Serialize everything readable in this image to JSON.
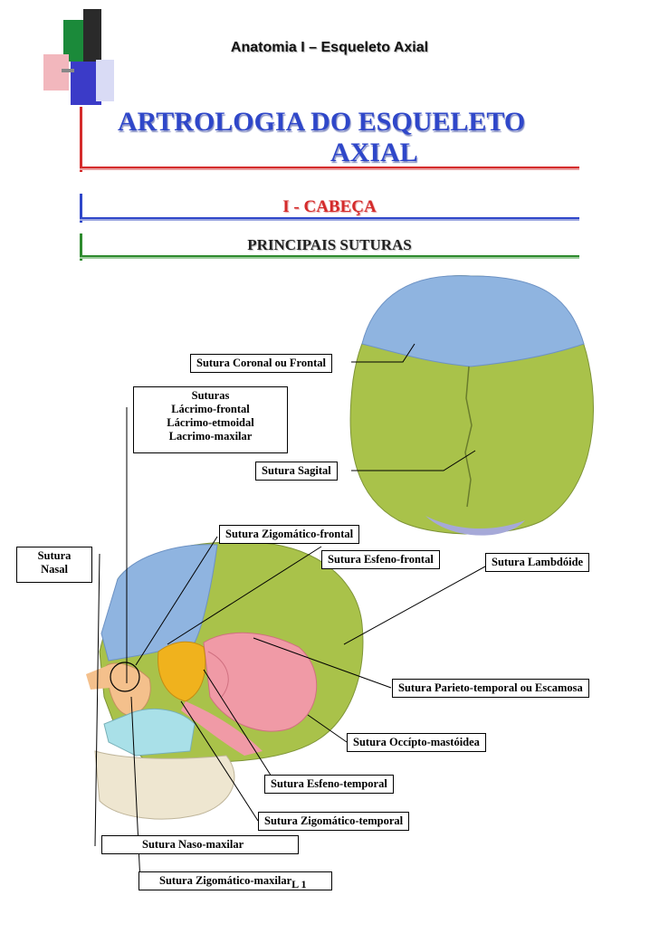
{
  "header": {
    "title": "Anatomia I – Esqueleto Axial"
  },
  "main_title": {
    "line1": "ARTROLOGIA DO ESQUELETO",
    "line2": "AXIAL"
  },
  "section": {
    "title": "I - CABEÇA",
    "subtitle": "PRINCIPAIS SUTURAS"
  },
  "labels": {
    "coronal": "Sutura Coronal ou Frontal",
    "suturas_group": {
      "title": "Suturas",
      "l1": "Lácrimo-frontal",
      "l2": "Lácrimo-etmoidal",
      "l3": "Lacrimo-maxilar"
    },
    "sagital": "Sutura Sagital",
    "zigomatico_frontal": "Sutura Zigomático-frontal",
    "nasal": {
      "l1": "Sutura",
      "l2": "Nasal"
    },
    "esfeno_frontal": "Sutura Esfeno-frontal",
    "lambdoide": "Sutura Lambdóide",
    "parieto_temporal": "Sutura Parieto-temporal ou Escamosa",
    "occipto_mastoidea": "Sutura Occípto-mastóidea",
    "esfeno_temporal": "Sutura Esfeno-temporal",
    "zigomatico_temporal": "Sutura Zigomático-temporal",
    "naso_maxilar": "Sutura Naso-maxilar",
    "zigomatico_maxilar": "Sutura Zigomático-maxilar"
  },
  "page_number": "L 1",
  "colors": {
    "title_blue": "#2f47c9",
    "red": "#d42b2b",
    "green_rule": "#2e8b2e",
    "blue_rule": "#2f47c9",
    "frontal": "#8fb4e0",
    "parietal": "#a9c24a",
    "temporal": "#f09aa6",
    "sphenoid": "#f0b21d"
  }
}
